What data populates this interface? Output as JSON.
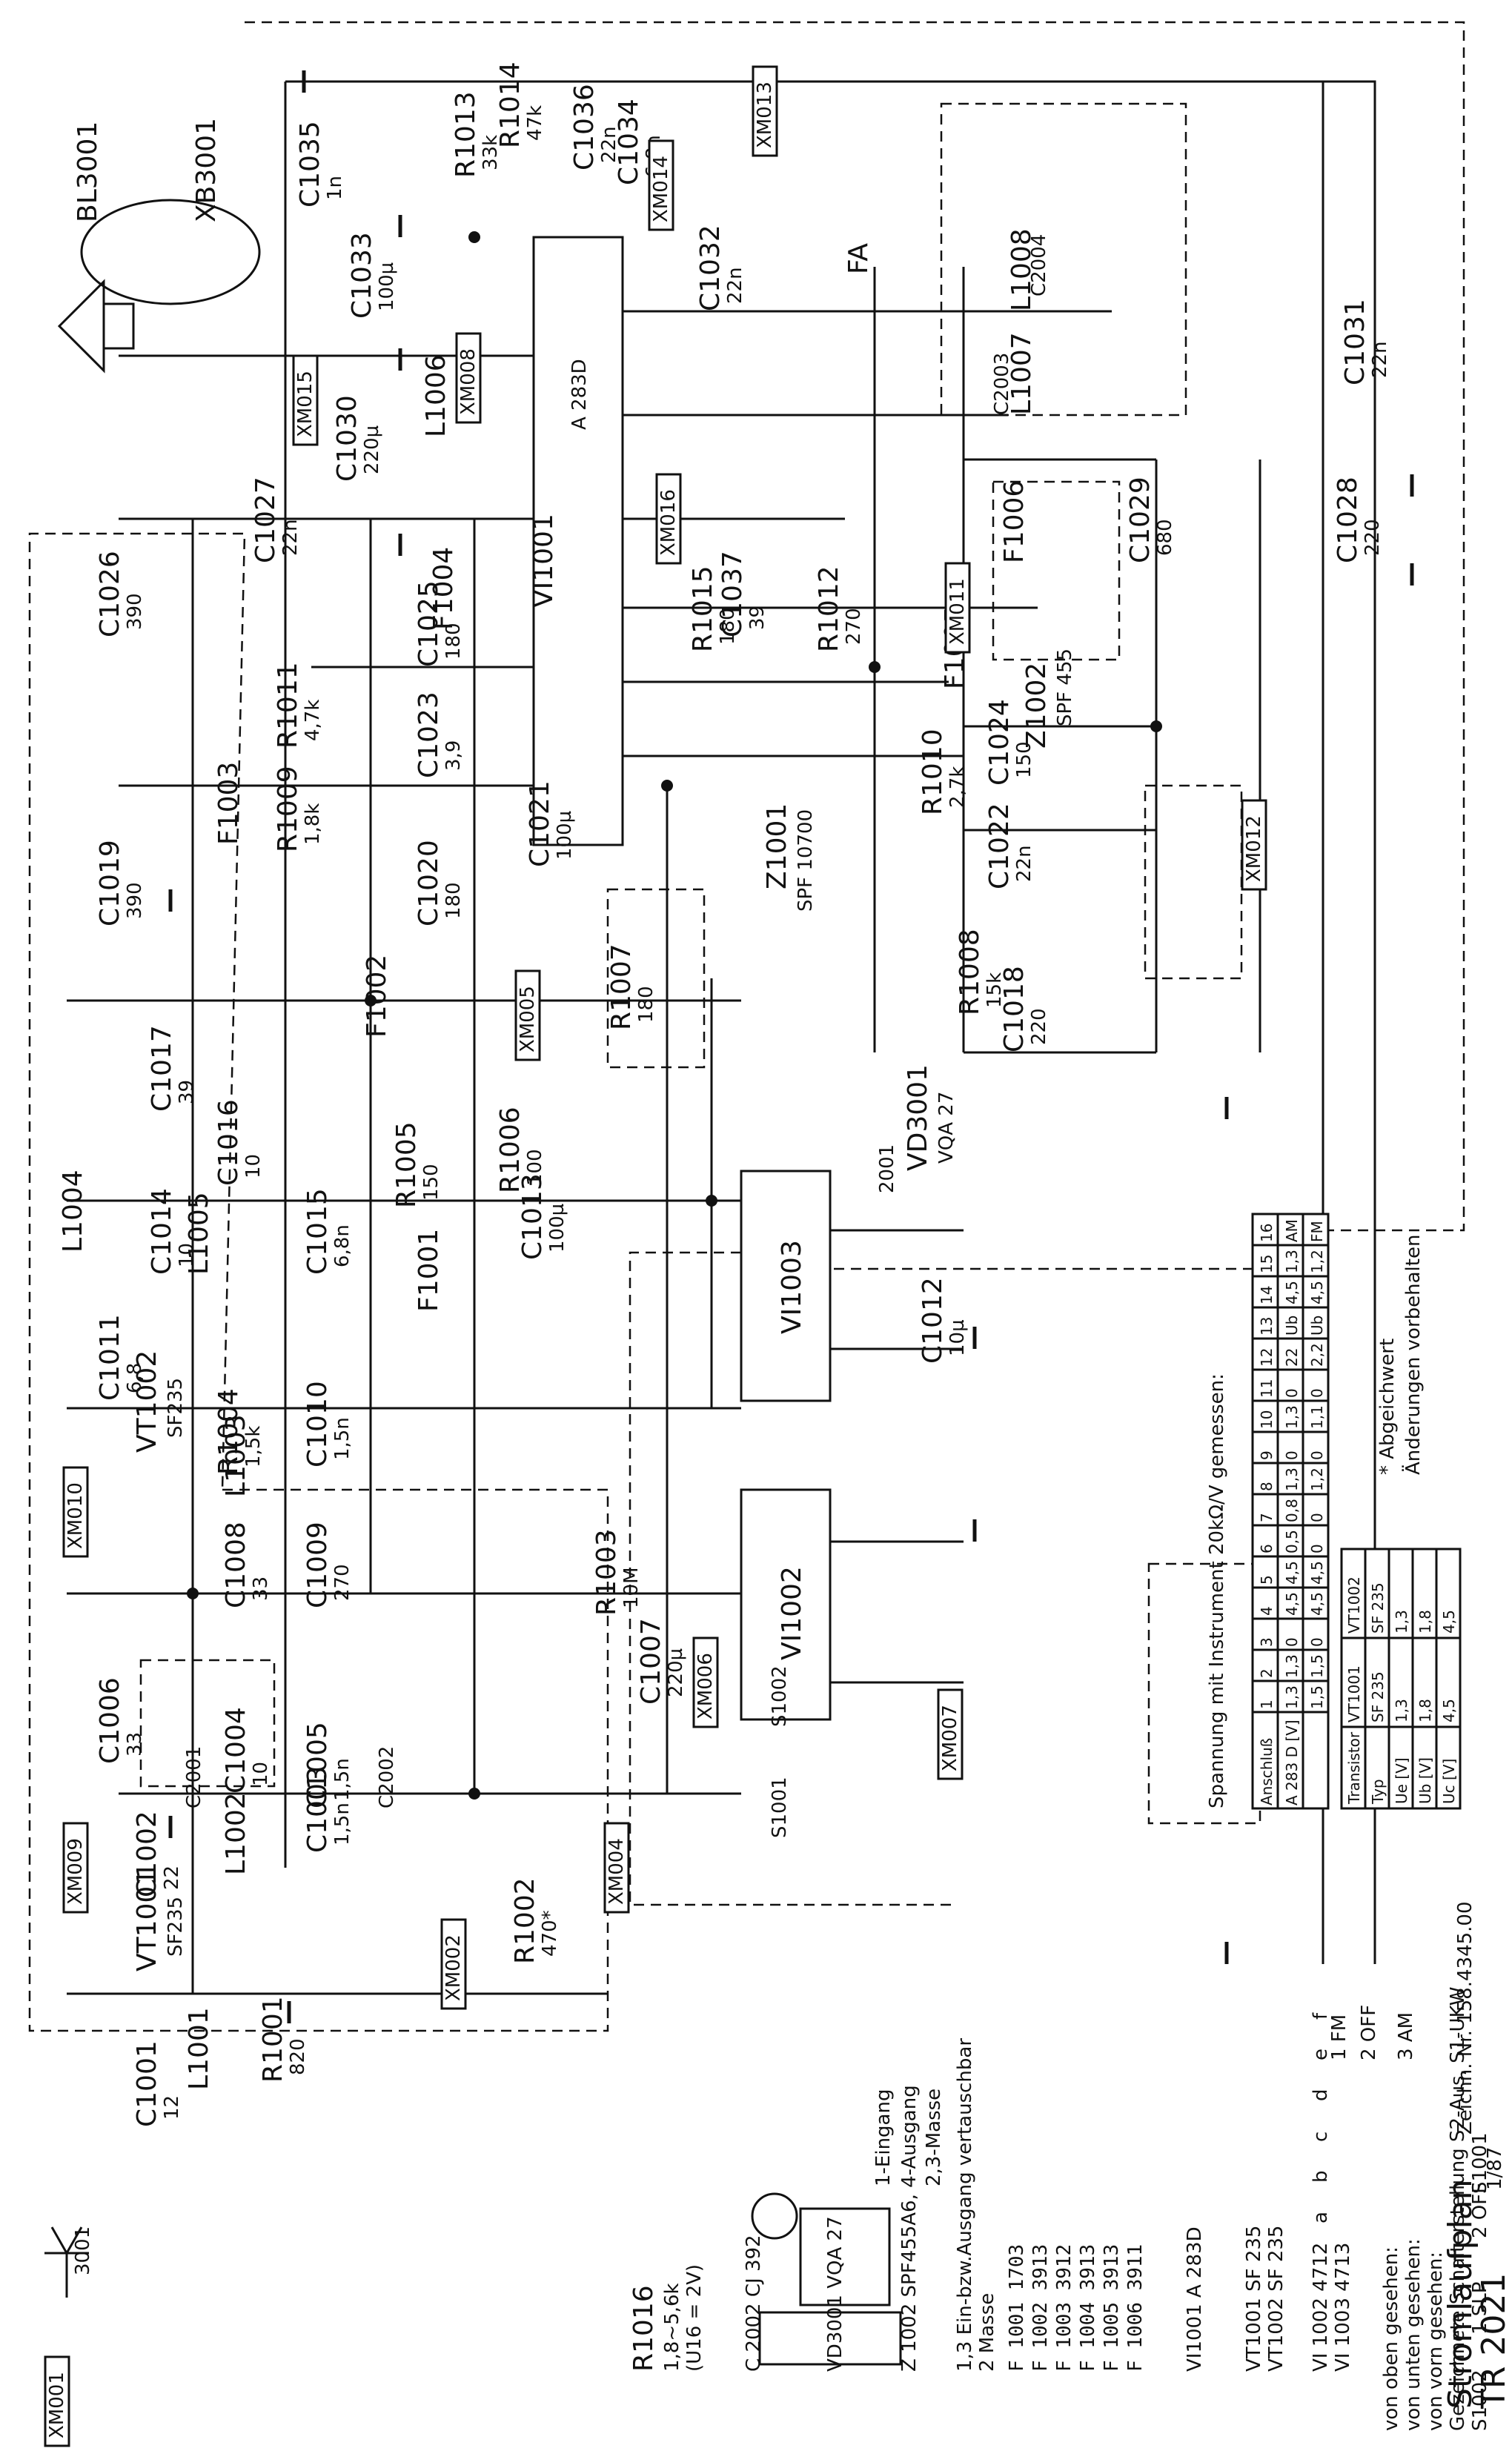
{
  "schematic": {
    "title": "Stromlaufplan",
    "model": "TR 2021",
    "date": "1/87",
    "drawing_no": "Zeichn. Nr. 158.4345.00",
    "speaker": "BL3001",
    "jack": "XB3001",
    "antenna_tp": "3001",
    "ics": [
      {
        "ref": "VI1001",
        "type": "A 283D"
      },
      {
        "ref": "VI1002",
        "type": ""
      },
      {
        "ref": "VI1003",
        "type": ""
      }
    ],
    "transistors": [
      {
        "ref": "VT1001",
        "type": "SF235"
      },
      {
        "ref": "VT1002",
        "type": "SF235"
      }
    ],
    "filters": [
      {
        "ref": "Z1001",
        "type": "SPF 10700"
      },
      {
        "ref": "Z1002",
        "type": "SPF 455"
      }
    ],
    "fa_label": "FA",
    "diode": {
      "ref": "VD3001",
      "type": "VQA 27",
      "pin": "2001"
    },
    "test_points": [
      "XM001",
      "XM002",
      "XM004",
      "XM005",
      "XM006",
      "XM007",
      "XM008",
      "XM009",
      "XM010",
      "XM011",
      "XM012",
      "XM013",
      "XM014",
      "XM015",
      "XM016"
    ],
    "resistors": [
      {
        "ref": "R1001",
        "value": "820"
      },
      {
        "ref": "R1002",
        "value": "470*"
      },
      {
        "ref": "R1003",
        "value": "10M"
      },
      {
        "ref": "R1004",
        "value": "1,5k"
      },
      {
        "ref": "R1005",
        "value": "150"
      },
      {
        "ref": "R1006",
        "value": "100"
      },
      {
        "ref": "R1007",
        "value": "180"
      },
      {
        "ref": "R1008",
        "value": "15k"
      },
      {
        "ref": "R1009",
        "value": "1,8k"
      },
      {
        "ref": "R1010",
        "value": "2,7k"
      },
      {
        "ref": "R1011",
        "value": "4,7k"
      },
      {
        "ref": "R1012",
        "value": "270"
      },
      {
        "ref": "R1013",
        "value": "33k"
      },
      {
        "ref": "R1014",
        "value": "47k"
      },
      {
        "ref": "R1015",
        "value": "180"
      }
    ],
    "capacitors": [
      {
        "ref": "C1001",
        "value": "12"
      },
      {
        "ref": "C1002",
        "value": "22"
      },
      {
        "ref": "C1003",
        "value": "1,5n"
      },
      {
        "ref": "C1004",
        "value": "10"
      },
      {
        "ref": "C1005",
        "value": "1,5n"
      },
      {
        "ref": "C1006",
        "value": "33"
      },
      {
        "ref": "C1007",
        "value": "220µ"
      },
      {
        "ref": "C1008",
        "value": "33"
      },
      {
        "ref": "C1009",
        "value": "270"
      },
      {
        "ref": "C1010",
        "value": "1,5n"
      },
      {
        "ref": "C1011",
        "value": "6,8"
      },
      {
        "ref": "C1012",
        "value": "10µ"
      },
      {
        "ref": "C1013",
        "value": "100µ"
      },
      {
        "ref": "C1014",
        "value": "10"
      },
      {
        "ref": "C1015",
        "value": "6,8n"
      },
      {
        "ref": "C1016",
        "value": "10"
      },
      {
        "ref": "C1017",
        "value": "39"
      },
      {
        "ref": "C1018",
        "value": "220"
      },
      {
        "ref": "C1019",
        "value": "390"
      },
      {
        "ref": "C1020",
        "value": "180"
      },
      {
        "ref": "C1021",
        "value": "100µ"
      },
      {
        "ref": "C1022",
        "value": "22n"
      },
      {
        "ref": "C1023",
        "value": "3,9"
      },
      {
        "ref": "C1024",
        "value": "150"
      },
      {
        "ref": "C1025",
        "value": "180"
      },
      {
        "ref": "C1026",
        "value": "390"
      },
      {
        "ref": "C1027",
        "value": "22n"
      },
      {
        "ref": "C1028",
        "value": "220"
      },
      {
        "ref": "C1029",
        "value": "680"
      },
      {
        "ref": "C1030",
        "value": "220µ"
      },
      {
        "ref": "C1031",
        "value": "22n"
      },
      {
        "ref": "C1032",
        "value": "22n"
      },
      {
        "ref": "C1033",
        "value": "100µ"
      },
      {
        "ref": "C1034",
        "value": "6,8n"
      },
      {
        "ref": "C1035",
        "value": "1n"
      },
      {
        "ref": "C1036",
        "value": "22n"
      },
      {
        "ref": "C1037",
        "value": "39"
      }
    ],
    "inductors": [
      "L1001",
      "L1002",
      "L1003",
      "L1004",
      "L1005",
      "L1006",
      "L1007",
      "L1008"
    ],
    "if_coils": [
      "F1001",
      "F1002",
      "F1003",
      "F1004",
      "F1005",
      "F1006"
    ],
    "variable_caps": [
      "C2001",
      "C2002",
      "C2003",
      "C2004"
    ],
    "switch_contacts": [
      "S1001",
      "S1002"
    ],
    "notes": {
      "r1016": "R1016",
      "r1016_values": "1,8~5,6k",
      "r1016_cond": "(U16 = 2V)",
      "c2002": "C 2002   CJ 392",
      "vd_line": "VD3001   VQA 27",
      "z1002_line": "Z 1002 SPF455A6, 4-Ausgang",
      "z1002_pins": "1-Eingang",
      "z1002_mass": "2,3-Masse",
      "z_pin_note": "1,3 Ein-bzw.Ausgang vertauschbar",
      "z_pin_mass": "2 Masse",
      "f_lines": [
        "F 1001   1703",
        "F 1002   3913",
        "F 1003   3912",
        "F 1004   3913",
        "F 1005   3913",
        "F 1006   3911"
      ],
      "ic_line": "VI1001     A  283D",
      "vt_lines": [
        "VT1001    SF 235",
        "VT1002    SF 235"
      ],
      "vi_lines": [
        "VI 1002   4712",
        "VI 1003   4713"
      ],
      "view_top": "von oben gesehen:",
      "view_bottom": "von unten gesehen:",
      "view_front": "von vorn gesehen:",
      "switch_title": "Gezeichnete Schalterstellung S2-Aus, S1-UKW",
      "s1002": "S1002",
      "s1001": "S1001",
      "sw_positions": [
        "1 SLP",
        "2 OFF",
        "1 FM",
        "2 OFF",
        "3 AM"
      ],
      "sw_letters": [
        "a",
        "b",
        "c",
        "d",
        "e",
        "f"
      ],
      "abgeichwert": "* Abgeichwert",
      "aenderungen": "Änderungen vorbehalten",
      "voltage_title": "Spannung mit Instrument 20kΩ/V gemessen:"
    },
    "voltage_table": {
      "header": [
        "Anschluß",
        "1",
        "2",
        "3",
        "4",
        "5",
        "6",
        "7",
        "8",
        "9",
        "10",
        "11",
        "12",
        "13",
        "14",
        "15",
        "16"
      ],
      "rows": [
        [
          "A 283 D [V]",
          "1,3",
          "1,3",
          "0",
          "4,5",
          "4,5",
          "0,5",
          "0,8",
          "1,3",
          "0",
          "1,3",
          "0",
          "22",
          "Ub",
          "4,5",
          "1,3",
          "AM"
        ],
        [
          "",
          "1,5",
          "1,5",
          "0",
          "4,5",
          "4,5",
          "0",
          "0",
          "1,2",
          "0",
          "1,1",
          "0",
          "2,2",
          "Ub",
          "4,5",
          "1,2",
          "FM"
        ]
      ]
    },
    "transistor_table": {
      "header": [
        "Transistor",
        "VT1001",
        "VT1002"
      ],
      "rows": [
        [
          "Typ",
          "SF 235",
          "SF 235"
        ],
        [
          "Ue [V]",
          "1,3",
          "1,3"
        ],
        [
          "Ub [V]",
          "1,8",
          "1,8"
        ],
        [
          "Uc [V]",
          "4,5",
          "4,5"
        ]
      ]
    }
  }
}
